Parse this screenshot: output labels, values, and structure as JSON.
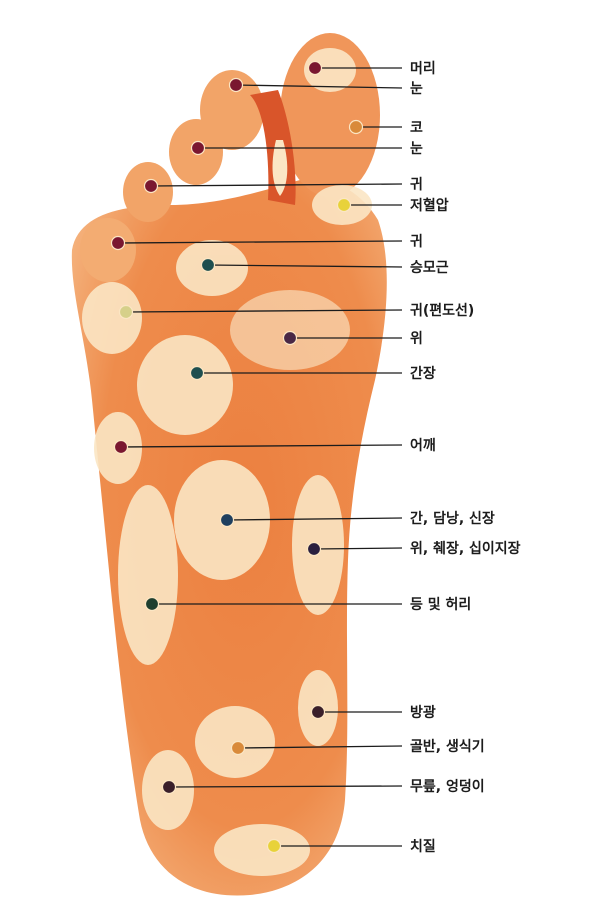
{
  "colors": {
    "background": "#ffffff",
    "foot_outer": "#f3b27c",
    "foot_inner": "#ee8a48",
    "foot_deep": "#e2662a",
    "zone_light": "#fbe6c4",
    "leader_line": "#1c1c1c",
    "label_text": "#1c1c1c"
  },
  "points": [
    {
      "id": "head",
      "label": "머리",
      "dot_color": "#7a1730"
    },
    {
      "id": "eye-1",
      "label": "눈",
      "dot_color": "#7a1730"
    },
    {
      "id": "nose",
      "label": "코",
      "dot_color": "#d98a3a"
    },
    {
      "id": "eye-2",
      "label": "눈",
      "dot_color": "#7a1730"
    },
    {
      "id": "ear-1",
      "label": "귀",
      "dot_color": "#7a1730"
    },
    {
      "id": "hypotension",
      "label": "저혈압",
      "dot_color": "#e8d23a"
    },
    {
      "id": "ear-2",
      "label": "귀",
      "dot_color": "#7a1730"
    },
    {
      "id": "trapezius",
      "label": "승모근",
      "dot_color": "#1f4f4f"
    },
    {
      "id": "ear-tonsil",
      "label": "귀(편도선)",
      "dot_color": "#d6d08a"
    },
    {
      "id": "stomach",
      "label": "위",
      "dot_color": "#4a2845"
    },
    {
      "id": "liver",
      "label": "간장",
      "dot_color": "#1f4f4f"
    },
    {
      "id": "shoulder",
      "label": "어깨",
      "dot_color": "#7a1730"
    },
    {
      "id": "liver-gb-kidney",
      "label": "간, 담낭, 신장",
      "dot_color": "#1f3f5f"
    },
    {
      "id": "stomach-pancreas-duo",
      "label": "위, 췌장, 십이지장",
      "dot_color": "#2a1f3f"
    },
    {
      "id": "back-waist",
      "label": "등 및 허리",
      "dot_color": "#1f3f2f"
    },
    {
      "id": "bladder",
      "label": "방광",
      "dot_color": "#3a1f2a"
    },
    {
      "id": "pelvis",
      "label": "골반, 생식기",
      "dot_color": "#d98a3a"
    },
    {
      "id": "knee-hip",
      "label": "무릎, 엉덩이",
      "dot_color": "#3a1f2a"
    },
    {
      "id": "hemorrhoids",
      "label": "치질",
      "dot_color": "#e8d23a"
    }
  ]
}
